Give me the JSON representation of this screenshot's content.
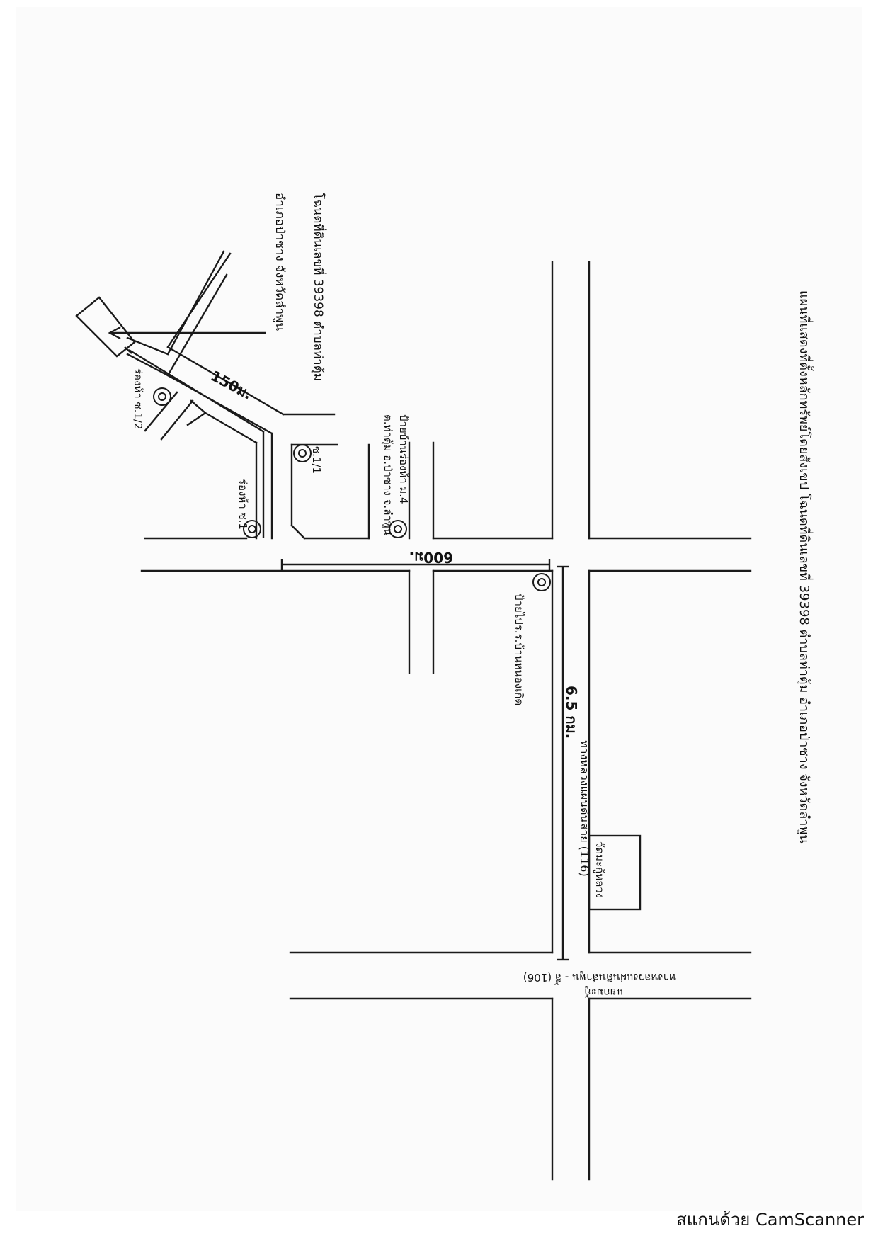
{
  "map": {
    "title": "แผนที่แสดงที่ตั้งหลักทรัพย์โดยสังเขป โฉนดที่ดินเลขที่ 39398 ตำบลท่าตุ้ม อำเภอป่าซาง จังหวัดลำพูน",
    "parcel_label_line1": "โฉนดที่ดินเลขที่ 39398 ตำบลท่าตุ้ม",
    "parcel_label_line2": "อำเภอป่าซาง จังหวัดลำพูน",
    "distance_150m": "150ม.",
    "distance_600m": "600ม.",
    "distance_6_5km": "6.5 กม.",
    "highway_116": "ทางหลวงแผ่นดินสาย (116)",
    "highway_106_line1": "ทางหลวงแผ่นดินลำพูน - ลี้ (106)",
    "highway_106_line2": "แยกมะกู้",
    "temple": "วัดมะกู้หลวง",
    "bus_stop_school": "ป้ายไปร.ร.บ้านหนองเกิด",
    "sign_moo4_line1": "ป้ายบ้านร่องห้า ม.4",
    "sign_moo4_line2": "ต.ท่าตุ้ม อ.ป่าซาง จ.ลำพูน",
    "soi_1_1": "ซ.1/1",
    "soi_1": "ร่องห้า ซ.1",
    "soi_1_2": "ร่องห้า ซ.1/2"
  },
  "scanner_watermark": "สแกนด้วย CamScanner"
}
